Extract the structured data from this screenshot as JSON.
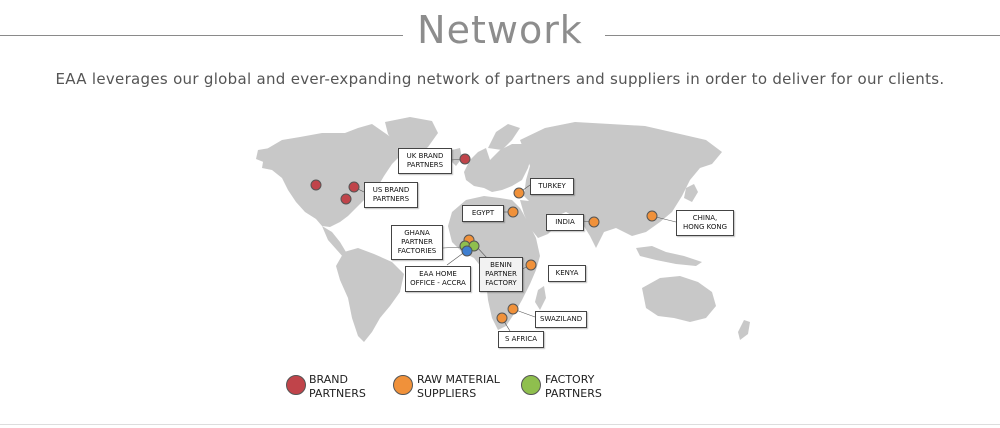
{
  "header": {
    "title": "Network",
    "subtitle": "EAA leverages our global and ever-expanding network of partners and suppliers in order to deliver for our clients."
  },
  "colors": {
    "brand": "#c0444a",
    "raw": "#f0913a",
    "factory": "#8fbf4e",
    "home": "#3f7fd0",
    "land": "#c8c8c8"
  },
  "labels": {
    "uk": "UK BRAND PARTNERS",
    "us": "US BRAND PARTNERS",
    "turkey": "TURKEY",
    "egypt": "EGYPT",
    "india": "INDIA",
    "china": "CHINA, HONG KONG",
    "ghana": "GHANA PARTNER FACTORIES",
    "home": "EAA HOME OFFICE - ACCRA",
    "benin": "BENIN PARTNER FACTORY",
    "kenya": "KENYA",
    "swaziland": "SWAZILAND",
    "safrica": "S AFRICA"
  },
  "legend": {
    "brand": "BRAND PARTNERS",
    "raw": "RAW MATERIAL SUPPLIERS",
    "factory": "FACTORY PARTNERS"
  }
}
